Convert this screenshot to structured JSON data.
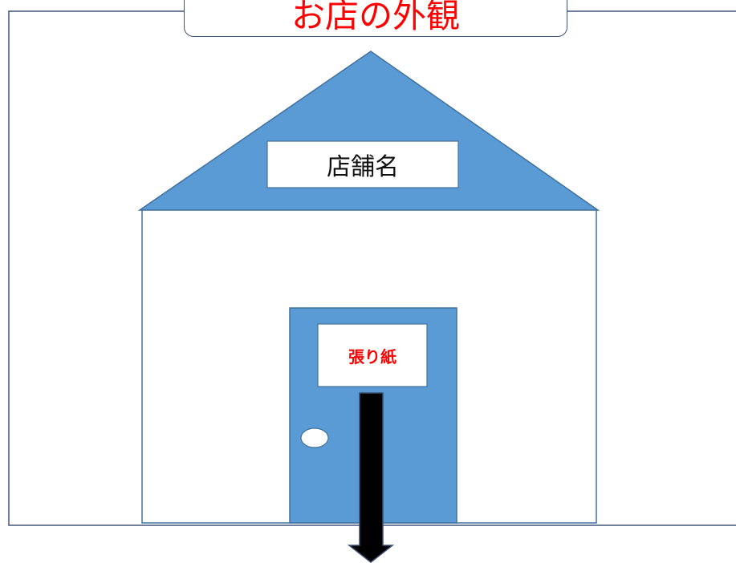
{
  "title": {
    "text": "お店の外観",
    "color": "#ff0000"
  },
  "store_sign": {
    "text": "店舗名"
  },
  "notice": {
    "text": "張り紙",
    "color": "#ff0000"
  },
  "colors": {
    "roof_fill": "#5b9bd5",
    "door_fill": "#5b9bd5",
    "outline": "#41719c",
    "frame": "#41557a",
    "arrow": "#000000",
    "text_dark": "#111111"
  },
  "icons": {
    "door_knob": "door-knob-icon",
    "arrow": "arrow-down-icon"
  }
}
